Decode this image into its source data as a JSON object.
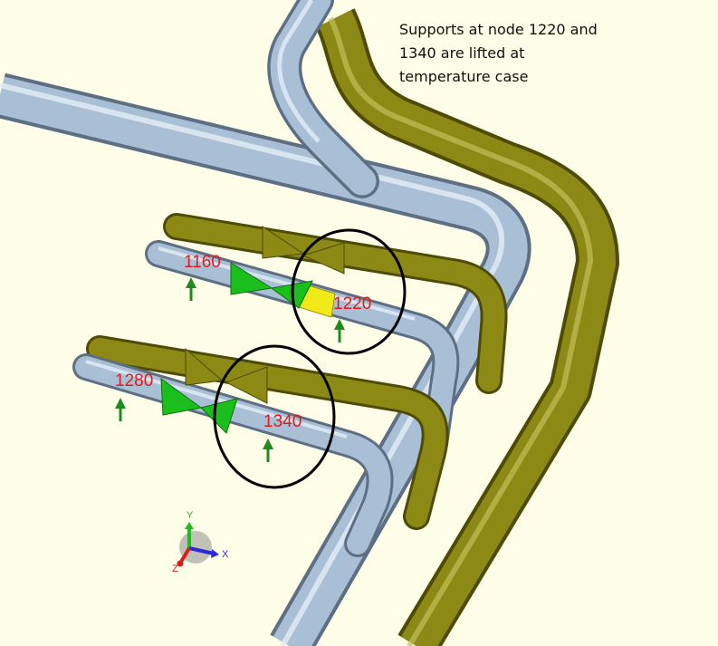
{
  "annotation": {
    "lines": [
      "Supports at node 1220 and",
      "1340 are lifted at",
      "temperature case"
    ]
  },
  "nodes": {
    "n1160": "1160",
    "n1220": "1220",
    "n1280": "1280",
    "n1340": "1340"
  },
  "triad": {
    "y": "Y",
    "x": "X",
    "z": "Z"
  },
  "colors": {
    "background": "#fdfde8",
    "pipe_blue": "#a9bfd6",
    "pipe_olive": "#8c8a14",
    "restraint_green": "#1bbf1b",
    "highlight_yellow": "#f2ea18",
    "node_label": "#e21b1b",
    "circle": "#000000"
  }
}
